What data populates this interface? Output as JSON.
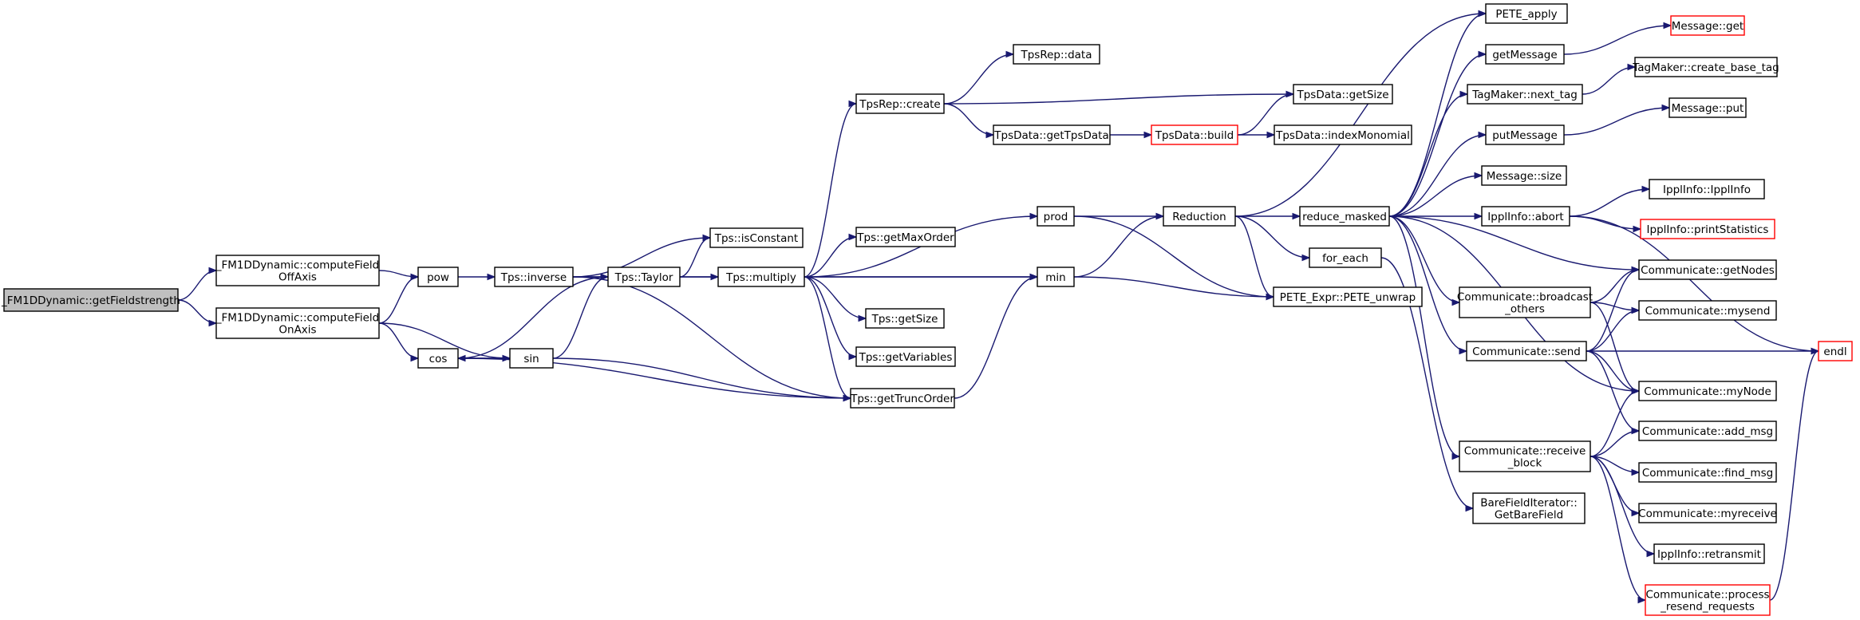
{
  "colors": {
    "edge": "#191970",
    "node_border": "#000000",
    "node_fill": "#ffffff",
    "root_fill": "#bfbfbf",
    "truncated_border": "#ff0000"
  },
  "nodes": [
    {
      "id": "root",
      "lines": [
        "_FM1DDynamic::getFieldstrength"
      ],
      "style": "root"
    },
    {
      "id": "cfoff",
      "lines": [
        "_FM1DDynamic::computeField",
        "OffAxis"
      ]
    },
    {
      "id": "cfon",
      "lines": [
        "_FM1DDynamic::computeField",
        "OnAxis"
      ]
    },
    {
      "id": "pow",
      "lines": [
        "pow"
      ]
    },
    {
      "id": "cos",
      "lines": [
        "cos"
      ]
    },
    {
      "id": "sin",
      "lines": [
        "sin"
      ]
    },
    {
      "id": "inverse",
      "lines": [
        "Tps::inverse"
      ]
    },
    {
      "id": "taylor",
      "lines": [
        "Tps::Taylor"
      ]
    },
    {
      "id": "isconst",
      "lines": [
        "Tps::isConstant"
      ]
    },
    {
      "id": "multiply",
      "lines": [
        "Tps::multiply"
      ]
    },
    {
      "id": "tpsrepcreate",
      "lines": [
        "TpsRep::create"
      ]
    },
    {
      "id": "tpsrepdata",
      "lines": [
        "TpsRep::data"
      ]
    },
    {
      "id": "getmaxorder",
      "lines": [
        "Tps::getMaxOrder"
      ]
    },
    {
      "id": "getsize",
      "lines": [
        "Tps::getSize"
      ]
    },
    {
      "id": "getvars",
      "lines": [
        "Tps::getVariables"
      ]
    },
    {
      "id": "gettrunc",
      "lines": [
        "Tps::getTruncOrder"
      ]
    },
    {
      "id": "gettpsdata",
      "lines": [
        "TpsData::getTpsData"
      ]
    },
    {
      "id": "tpsdatagetsize",
      "lines": [
        "TpsData::getSize"
      ]
    },
    {
      "id": "tpsdatabuild",
      "lines": [
        "TpsData::build"
      ],
      "style": "truncated"
    },
    {
      "id": "indexmono",
      "lines": [
        "TpsData::indexMonomial"
      ]
    },
    {
      "id": "prod",
      "lines": [
        "prod"
      ]
    },
    {
      "id": "min",
      "lines": [
        "min"
      ]
    },
    {
      "id": "reduction",
      "lines": [
        "Reduction"
      ]
    },
    {
      "id": "reducemasked",
      "lines": [
        "reduce_masked"
      ]
    },
    {
      "id": "foreach",
      "lines": [
        "for_each"
      ]
    },
    {
      "id": "peteunwrap",
      "lines": [
        "PETE_Expr::PETE_unwrap"
      ]
    },
    {
      "id": "peteapply",
      "lines": [
        "PETE_apply"
      ]
    },
    {
      "id": "getmessage",
      "lines": [
        "getMessage"
      ]
    },
    {
      "id": "tagnext",
      "lines": [
        "TagMaker::next_tag"
      ]
    },
    {
      "id": "putmessage",
      "lines": [
        "putMessage"
      ]
    },
    {
      "id": "msgsize",
      "lines": [
        "Message::size"
      ]
    },
    {
      "id": "ipplabort",
      "lines": [
        "IpplInfo::abort"
      ]
    },
    {
      "id": "broadcast",
      "lines": [
        "Communicate::broadcast",
        "_others"
      ]
    },
    {
      "id": "send",
      "lines": [
        "Communicate::send"
      ]
    },
    {
      "id": "receive",
      "lines": [
        "Communicate::receive",
        "_block"
      ]
    },
    {
      "id": "barefield",
      "lines": [
        "BareFieldIterator::",
        "GetBareField"
      ]
    },
    {
      "id": "msgget",
      "lines": [
        "Message::get"
      ],
      "style": "truncated"
    },
    {
      "id": "createbasetag",
      "lines": [
        "TagMaker::create_base_tag"
      ]
    },
    {
      "id": "msgput",
      "lines": [
        "Message::put"
      ]
    },
    {
      "id": "ipplinfo",
      "lines": [
        "IpplInfo::IpplInfo"
      ]
    },
    {
      "id": "printstats",
      "lines": [
        "IpplInfo::printStatistics"
      ],
      "style": "truncated"
    },
    {
      "id": "getnodes",
      "lines": [
        "Communicate::getNodes"
      ]
    },
    {
      "id": "mysend",
      "lines": [
        "Communicate::mysend"
      ]
    },
    {
      "id": "mynode",
      "lines": [
        "Communicate::myNode"
      ]
    },
    {
      "id": "addmsg",
      "lines": [
        "Communicate::add_msg"
      ]
    },
    {
      "id": "findmsg",
      "lines": [
        "Communicate::find_msg"
      ]
    },
    {
      "id": "myreceive",
      "lines": [
        "Communicate::myreceive"
      ]
    },
    {
      "id": "retransmit",
      "lines": [
        "IpplInfo::retransmit"
      ]
    },
    {
      "id": "processresend",
      "lines": [
        "Communicate::process",
        "_resend_requests"
      ],
      "style": "truncated"
    },
    {
      "id": "endl",
      "lines": [
        "endl"
      ],
      "style": "truncated"
    }
  ],
  "edges": [
    [
      "root",
      "cfoff"
    ],
    [
      "root",
      "cfon"
    ],
    [
      "cfoff",
      "pow"
    ],
    [
      "cfon",
      "pow"
    ],
    [
      "cfon",
      "cos"
    ],
    [
      "cfon",
      "sin"
    ],
    [
      "pow",
      "inverse"
    ],
    [
      "inverse",
      "isconst"
    ],
    [
      "inverse",
      "taylor"
    ],
    [
      "inverse",
      "gettrunc"
    ],
    [
      "inverse",
      "min"
    ],
    [
      "cos",
      "sin"
    ],
    [
      "cos",
      "taylor"
    ],
    [
      "cos",
      "gettrunc"
    ],
    [
      "sin",
      "cos"
    ],
    [
      "sin",
      "taylor"
    ],
    [
      "sin",
      "gettrunc"
    ],
    [
      "taylor",
      "isconst"
    ],
    [
      "taylor",
      "multiply"
    ],
    [
      "multiply",
      "tpsrepcreate"
    ],
    [
      "multiply",
      "getmaxorder"
    ],
    [
      "multiply",
      "getsize"
    ],
    [
      "multiply",
      "getvars"
    ],
    [
      "multiply",
      "gettrunc"
    ],
    [
      "multiply",
      "prod"
    ],
    [
      "multiply",
      "min"
    ],
    [
      "gettrunc",
      "min"
    ],
    [
      "tpsrepcreate",
      "tpsrepdata"
    ],
    [
      "tpsrepcreate",
      "tpsdatagetsize"
    ],
    [
      "tpsrepcreate",
      "gettpsdata"
    ],
    [
      "gettpsdata",
      "tpsdatabuild"
    ],
    [
      "tpsdatabuild",
      "tpsdatagetsize"
    ],
    [
      "tpsdatabuild",
      "indexmono"
    ],
    [
      "prod",
      "reduction"
    ],
    [
      "prod",
      "peteunwrap"
    ],
    [
      "min",
      "reduction"
    ],
    [
      "min",
      "peteunwrap"
    ],
    [
      "reduction",
      "reducemasked"
    ],
    [
      "reduction",
      "foreach"
    ],
    [
      "reduction",
      "peteunwrap"
    ],
    [
      "reduction",
      "peteapply"
    ],
    [
      "foreach",
      "barefield"
    ],
    [
      "reducemasked",
      "peteapply"
    ],
    [
      "reducemasked",
      "getmessage"
    ],
    [
      "reducemasked",
      "tagnext"
    ],
    [
      "reducemasked",
      "putmessage"
    ],
    [
      "reducemasked",
      "msgsize"
    ],
    [
      "reducemasked",
      "ipplabort"
    ],
    [
      "reducemasked",
      "broadcast"
    ],
    [
      "reducemasked",
      "send"
    ],
    [
      "reducemasked",
      "receive"
    ],
    [
      "reducemasked",
      "getnodes"
    ],
    [
      "reducemasked",
      "mynode"
    ],
    [
      "getmessage",
      "msgget"
    ],
    [
      "tagnext",
      "createbasetag"
    ],
    [
      "putmessage",
      "msgput"
    ],
    [
      "ipplabort",
      "ipplinfo"
    ],
    [
      "ipplabort",
      "printstats"
    ],
    [
      "ipplabort",
      "endl"
    ],
    [
      "broadcast",
      "getnodes"
    ],
    [
      "broadcast",
      "mysend"
    ],
    [
      "broadcast",
      "mynode"
    ],
    [
      "send",
      "getnodes"
    ],
    [
      "send",
      "mysend"
    ],
    [
      "send",
      "mynode"
    ],
    [
      "send",
      "addmsg"
    ],
    [
      "send",
      "endl"
    ],
    [
      "receive",
      "mynode"
    ],
    [
      "receive",
      "addmsg"
    ],
    [
      "receive",
      "findmsg"
    ],
    [
      "receive",
      "myreceive"
    ],
    [
      "receive",
      "retransmit"
    ],
    [
      "receive",
      "processresend"
    ],
    [
      "processresend",
      "endl"
    ]
  ]
}
